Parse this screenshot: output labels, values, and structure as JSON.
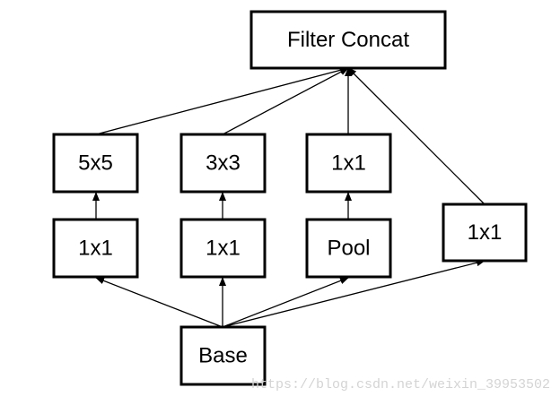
{
  "diagram": {
    "nodes": [
      {
        "id": "concat",
        "label": "Filter Concat"
      },
      {
        "id": "c5x5",
        "label": "5x5"
      },
      {
        "id": "c3x3",
        "label": "3x3"
      },
      {
        "id": "c1x1_top",
        "label": "1x1"
      },
      {
        "id": "r5x5",
        "label": "1x1"
      },
      {
        "id": "r3x3",
        "label": "1x1"
      },
      {
        "id": "pool",
        "label": "Pool"
      },
      {
        "id": "c1x1_direct",
        "label": "1x1"
      },
      {
        "id": "base",
        "label": "Base"
      }
    ],
    "edges": [
      {
        "from": "base",
        "to": "r5x5"
      },
      {
        "from": "base",
        "to": "r3x3"
      },
      {
        "from": "base",
        "to": "pool"
      },
      {
        "from": "base",
        "to": "c1x1_direct"
      },
      {
        "from": "r5x5",
        "to": "c5x5"
      },
      {
        "from": "r3x3",
        "to": "c3x3"
      },
      {
        "from": "pool",
        "to": "c1x1_top"
      },
      {
        "from": "c5x5",
        "to": "concat"
      },
      {
        "from": "c3x3",
        "to": "concat"
      },
      {
        "from": "c1x1_top",
        "to": "concat"
      },
      {
        "from": "c1x1_direct",
        "to": "concat"
      }
    ]
  },
  "watermark": "https://blog.csdn.net/weixin_39953502"
}
